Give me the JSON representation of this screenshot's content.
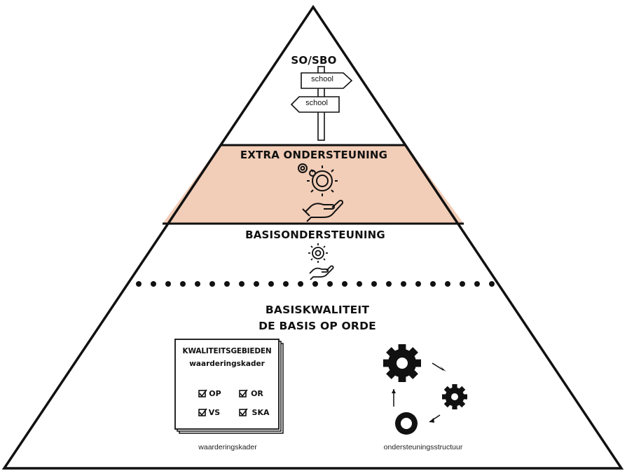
{
  "pyramid": {
    "fill_colors": {
      "extra": "#f2cdb7",
      "white": "#ffffff",
      "stroke": "#111111"
    },
    "levels": {
      "so_sbo": {
        "title": "SO/SBO",
        "signs": [
          "school",
          "school"
        ]
      },
      "extra": {
        "title": "EXTRA ONDERSTEUNING"
      },
      "basis": {
        "title": "BASISONDERSTEUNING"
      },
      "kwaliteit": {
        "title_line1": "BASISKWALITEIT",
        "title_line2": "DE BASIS OP ORDE"
      }
    },
    "card": {
      "title": "KWALITEITSGEBIEDEN",
      "subtitle": "waarderingskader",
      "items": [
        "OP",
        "OR",
        "VS",
        "SKA"
      ],
      "caption": "waarderingskader"
    },
    "gears_caption": "ondersteuningsstructuur"
  }
}
